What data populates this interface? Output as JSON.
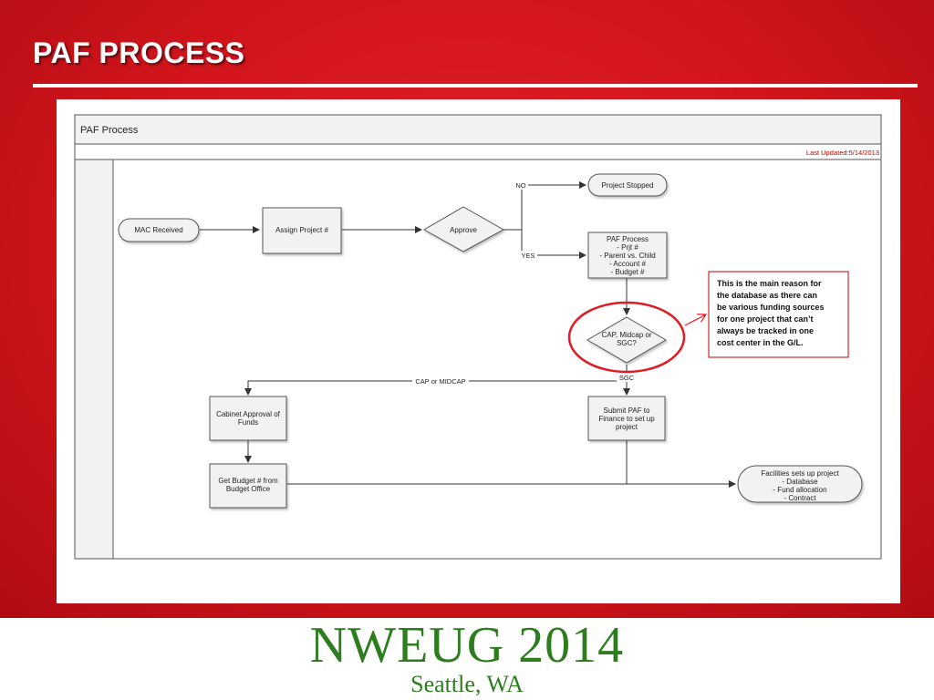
{
  "slide": {
    "title": "PAF PROCESS"
  },
  "diagram": {
    "header_title": "PAF Process",
    "last_updated": "Last Updated:5/14/2013",
    "nodes": {
      "mac_received": "MAC Received",
      "assign_project": "Assign Project #",
      "approve": "Approve",
      "project_stopped": "Project Stopped",
      "paf_process": [
        "PAF Process",
        "- Prjt #",
        "- Parent vs. Child",
        "- Account #",
        "- Budget #"
      ],
      "cap_decision": [
        "CAP, Midcap or",
        "SGC?"
      ],
      "cabinet_approval": [
        "Cabinet Approval of",
        "Funds"
      ],
      "submit_paf": [
        "Submit PAF to",
        "Finance to set up",
        "project"
      ],
      "get_budget": [
        "Get Budget # from",
        "Budget Office"
      ],
      "facilities": [
        "Facilities sets up project",
        "- Database",
        "- Fund allocation",
        "- Contract"
      ]
    },
    "edge_labels": {
      "no": "NO",
      "yes": "YES",
      "cap_midcap": "CAP or MIDCAP",
      "sgc": "SGC"
    },
    "callout": [
      "This is the main reason for",
      "the database as there can",
      "be various funding sources",
      "for one project that can’t",
      "always be tracked in one",
      "cost center in the G/L."
    ]
  },
  "footer": {
    "brand": "NWEUG 2014",
    "city": "Seattle, WA"
  },
  "colors": {
    "slide_red": "#d1141c",
    "highlight_red": "#e01b24",
    "brand_green": "#2d7d1f"
  }
}
